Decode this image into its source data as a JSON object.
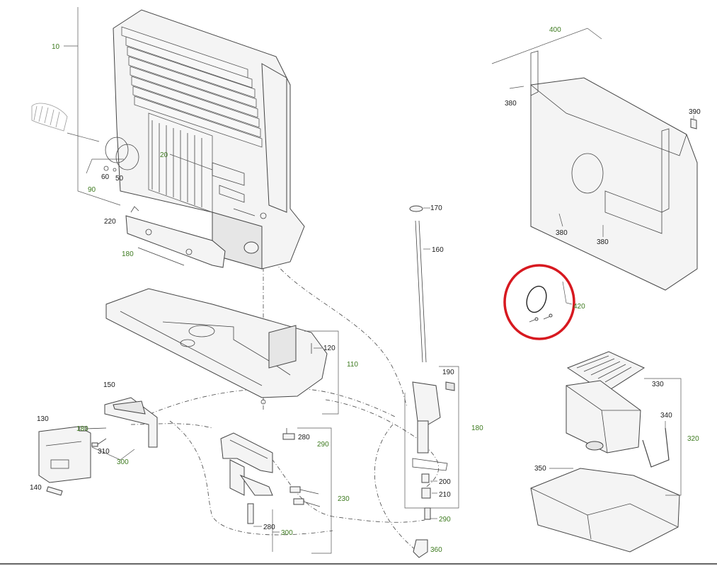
{
  "diagram": {
    "highlight_color": "#d71920",
    "label_color_black": "#1a1a1a",
    "label_color_green": "#3d7a1f",
    "labels": [
      {
        "id": "l10",
        "text": "10",
        "color": "green"
      },
      {
        "id": "l20",
        "text": "20",
        "color": "green"
      },
      {
        "id": "l60",
        "text": "60",
        "color": "black"
      },
      {
        "id": "l50",
        "text": "50",
        "color": "black"
      },
      {
        "id": "l90",
        "text": "90",
        "color": "green"
      },
      {
        "id": "l220",
        "text": "220",
        "color": "black"
      },
      {
        "id": "l180a",
        "text": "180",
        "color": "green"
      },
      {
        "id": "l120",
        "text": "120",
        "color": "black"
      },
      {
        "id": "l110",
        "text": "110",
        "color": "green"
      },
      {
        "id": "l150",
        "text": "150",
        "color": "black"
      },
      {
        "id": "l130",
        "text": "130",
        "color": "black"
      },
      {
        "id": "l180b",
        "text": "180",
        "color": "green"
      },
      {
        "id": "l310",
        "text": "310",
        "color": "black"
      },
      {
        "id": "l300a",
        "text": "300",
        "color": "green"
      },
      {
        "id": "l140",
        "text": "140",
        "color": "black"
      },
      {
        "id": "l280a",
        "text": "280",
        "color": "black"
      },
      {
        "id": "l290a",
        "text": "290",
        "color": "green"
      },
      {
        "id": "l230",
        "text": "230",
        "color": "green"
      },
      {
        "id": "l280b",
        "text": "280",
        "color": "black"
      },
      {
        "id": "l300b",
        "text": "300",
        "color": "green"
      },
      {
        "id": "l170",
        "text": "170",
        "color": "black"
      },
      {
        "id": "l160",
        "text": "160",
        "color": "black"
      },
      {
        "id": "l190",
        "text": "190",
        "color": "black"
      },
      {
        "id": "l180c",
        "text": "180",
        "color": "green"
      },
      {
        "id": "l200",
        "text": "200",
        "color": "black"
      },
      {
        "id": "l210",
        "text": "210",
        "color": "black"
      },
      {
        "id": "l290b",
        "text": "290",
        "color": "green"
      },
      {
        "id": "l360",
        "text": "360",
        "color": "green"
      },
      {
        "id": "l400",
        "text": "400",
        "color": "green"
      },
      {
        "id": "l380a",
        "text": "380",
        "color": "black"
      },
      {
        "id": "l390",
        "text": "390",
        "color": "black"
      },
      {
        "id": "l380b",
        "text": "380",
        "color": "black"
      },
      {
        "id": "l380c",
        "text": "380",
        "color": "black"
      },
      {
        "id": "l420",
        "text": "420",
        "color": "green"
      },
      {
        "id": "l330",
        "text": "330",
        "color": "black"
      },
      {
        "id": "l340",
        "text": "340",
        "color": "black"
      },
      {
        "id": "l320",
        "text": "320",
        "color": "green"
      },
      {
        "id": "l350",
        "text": "350",
        "color": "black"
      }
    ]
  }
}
